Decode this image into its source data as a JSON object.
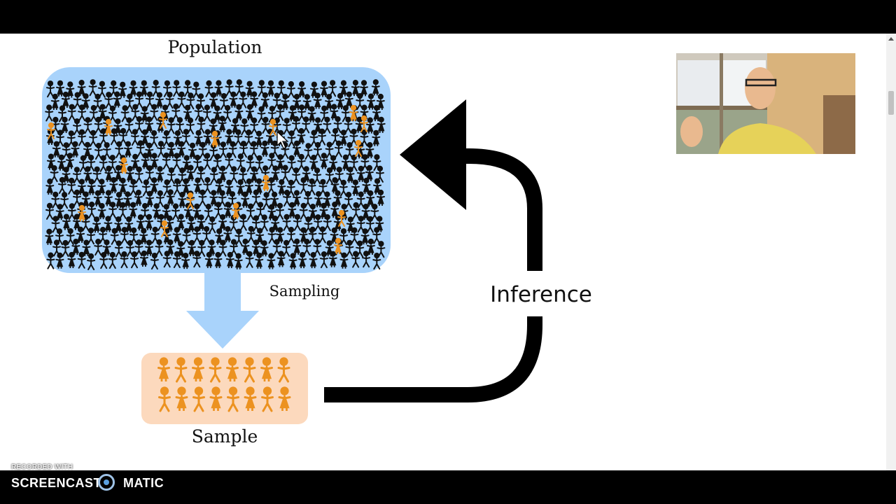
{
  "diagram": {
    "population_label": "Population",
    "sampling_label": "Sampling",
    "sample_label": "Sample",
    "inference_label": "Inference"
  },
  "colors": {
    "population_box": "#a9d3fb",
    "sample_box": "#fcd9bd",
    "person_dark": "#111111",
    "person_highlight": "#ec9220",
    "sampling_arrow": "#a9d3fb",
    "inference_arrow": "#000000"
  },
  "watermark": {
    "recorded_with": "RECORDED WITH",
    "brand_left": "SCREENCAST",
    "brand_right": "MATIC"
  },
  "icons": {
    "cursor": "mouse-pointer-icon",
    "logo": "screencast-o-matic-logo-icon"
  }
}
